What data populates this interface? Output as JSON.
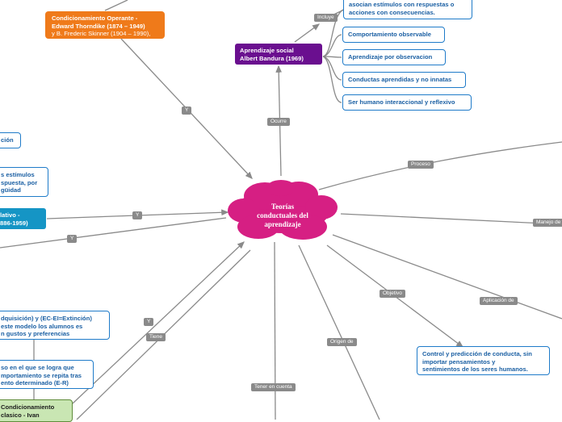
{
  "center": {
    "lines": [
      "Teorías",
      "conductuales del",
      "aprendizaje"
    ],
    "color": "#d61f83"
  },
  "nodes": {
    "thorndike": {
      "lines": [
        "Condicionamiento Operante -",
        "Edward Thorndike (1874 – 1949)"
      ],
      "lines_normal": [
        "y B. Frederic Skinner (1904 – 1990),"
      ]
    },
    "bandura": {
      "lines": [
        "Aprendizaje social",
        "Albert Bandura (1969)"
      ]
    },
    "asocian": {
      "lines": [
        "asocian estímulos con respuestas o",
        "acciones con consecuencias."
      ]
    },
    "observable": {
      "lines": [
        "Comportamiento observable"
      ]
    },
    "observacion": {
      "lines": [
        "Aprendizaje por observacion"
      ]
    },
    "conductas": {
      "lines": [
        "Conductas aprendidas y no innatas"
      ]
    },
    "humano": {
      "lines": [
        "Ser humano interaccional y reflexivo"
      ]
    },
    "left_top": {
      "lines": [
        "ción"
      ]
    },
    "left_estimulos": {
      "lines": [
        "s estímulos",
        "spuesta, por",
        "güidad"
      ]
    },
    "left_teal": {
      "lines": [
        "lativo -",
        "886-1959)"
      ]
    },
    "left_adquisicion": {
      "lines": [
        "dquisición) y (EC-EI=Extinción)",
        "este modelo los alumnos es",
        "n  gustos y  preferencias"
      ]
    },
    "left_proceso": {
      "lines": [
        "so en el que se logra que",
        "mportamiento se repita tras",
        "ento determinado (E-R)"
      ]
    },
    "left_green": {
      "lines": [
        "Condicionamiento",
        "clasico - Ivan"
      ]
    },
    "control": {
      "lines": [
        "Control y predicción de conducta, sin",
        "importar pensamientos y",
        "sentimientos de los seres humanos."
      ]
    }
  },
  "edge_labels": {
    "incluye": "Incluye",
    "ocurre": "Ocurre",
    "y_top": "Y",
    "y_mid": "Y",
    "y_left": "Y",
    "y_bottom": "Y",
    "tiene": "Tiene",
    "proceso": "Proceso",
    "manejo": "Manejo de",
    "objetivo": "Objetivo",
    "aplicacion": "Aplicación de",
    "origen": "Origen de",
    "tener": "Tener en cuenta"
  },
  "colors": {
    "orange": "#ef7a1a",
    "purple": "#6a0f8f",
    "teal": "#1595c5",
    "blue_border": "#1f7bc9",
    "green_fill": "#c9e6b3",
    "edge": "#8a8a8a"
  }
}
